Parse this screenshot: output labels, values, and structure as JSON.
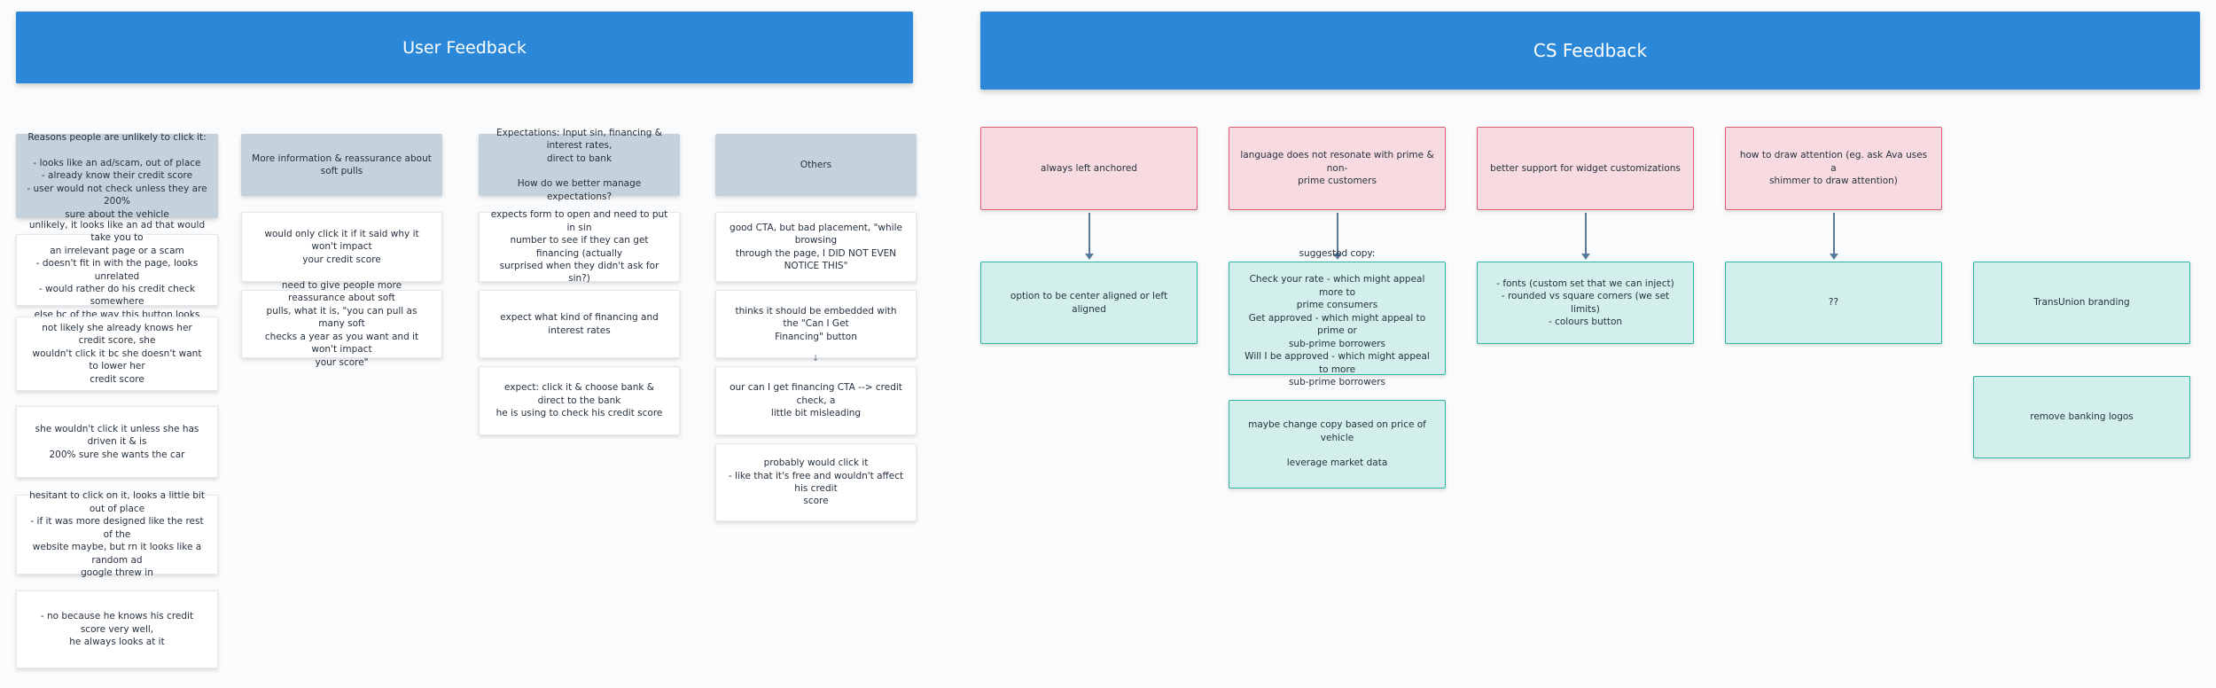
{
  "user_feedback": {
    "title": "User Feedback",
    "col1": {
      "header": "Reasons people are unlikely to click it:\n\n- looks like an ad/scam, out of place\n- already know their credit score\n- user would not check unless they are 200%\nsure about the vehicle",
      "notes": [
        "unlikely, it looks like an ad that would take you to\nan irrelevant page or a scam\n- doesn't fit in with the page, looks unrelated\n- would rather do his credit check somewhere\nelse bc of the way this button looks",
        "not likely she already knows her credit score, she\nwouldn't click it bc she doesn't want to lower her\ncredit score",
        "she wouldn't click it unless she has driven it & is\n200% sure she wants the car",
        "hesitant to click on it, looks a little bit out of place\n- if it was more designed like the rest of the\nwebsite maybe, but rn it looks like a random ad\ngoogle threw in",
        "- no because he knows his credit score very well,\nhe always looks at it"
      ]
    },
    "col2": {
      "header": "More information & reassurance about soft pulls",
      "notes": [
        "would only click it if it said why it won't impact\nyour credit score",
        "need to give people more reassurance about soft\npulls, what it is, \"you can pull as many soft\nchecks a year as you want and it won't impact\nyour score\""
      ]
    },
    "col3": {
      "header": "Expectations: Input sin, financing & interest rates,\ndirect to bank\n\nHow do we better manage expectations?",
      "notes": [
        "expects form to open and need to put in sin\nnumber to see if they can get financing (actually\nsurprised when they didn't ask for sin?)",
        "expect what kind of financing and interest rates",
        "expect: click it & choose bank & direct to the bank\nhe is using to check his credit score"
      ]
    },
    "col4": {
      "header": "Others",
      "notes": [
        "good CTA, but bad placement, \"while browsing\nthrough the page, I DID NOT EVEN NOTICE THIS\"",
        "thinks it should be embedded with the \"Can I Get\nFinancing\" button",
        "our can I get financing CTA --> credit check, a\nlittle bit misleading",
        "probably would click it\n- like that it's free and wouldn't affect his credit\nscore"
      ]
    }
  },
  "cs_feedback": {
    "title": "CS Feedback",
    "issues": [
      "always left anchored",
      "language does not resonate with prime & non-\nprime customers",
      "better support for widget customizations",
      "how to draw attention (eg. ask Ava uses a\nshimmer to draw attention)"
    ],
    "solutions": [
      "option to be center aligned or left aligned",
      "suggested copy:\n\nCheck your rate - which might appeal more to\nprime consumers\nGet approved - which might appeal to prime or\nsub-prime borrowers\nWill I be approved - which might appeal to more\nsub-prime borrowers",
      "- fonts (custom set that we can inject)\n- rounded vs square corners (we set limits)\n- colours button",
      "??",
      "TransUnion branding"
    ],
    "extra_notes": [
      "maybe change copy based on price of vehicle\n\nleverage market data",
      "remove banking logos"
    ]
  },
  "colors": {
    "banner": "#2b88d8",
    "header_note": "#c5d1db",
    "issue_fill": "#f8dbe0",
    "issue_border": "#e05c73",
    "solution_fill": "#d2efec",
    "solution_border": "#2fb4a3",
    "arrow": "#5a7a99"
  }
}
